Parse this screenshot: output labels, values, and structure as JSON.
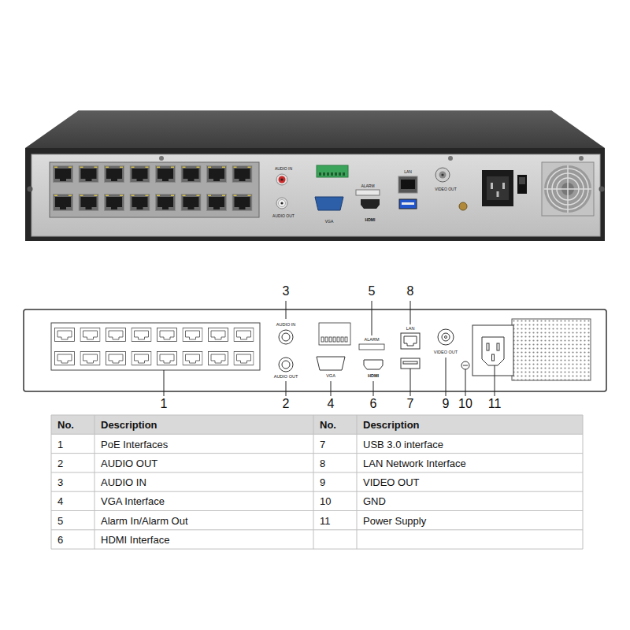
{
  "diagram": {
    "labels": [
      "AUDIO IN",
      "AUDIO OUT",
      "ALARM",
      "VGA",
      "HDMI",
      "LAN",
      "VIDEO OUT",
      "3",
      "5",
      "8",
      "AUDIO IN",
      "ALARM",
      "LAN",
      "VIDEO OUT",
      "AUDIO OUT",
      "VGA",
      "HDMI",
      "1",
      "2",
      "4",
      "6",
      "7",
      "9",
      "10",
      "11",
      "No.",
      "Description",
      "No.",
      "Description",
      "1",
      "PoE Interfaces",
      "7",
      "USB 3.0 interface",
      "2",
      "AUDIO OUT",
      "8",
      "LAN Network Interface",
      "3",
      "AUDIO IN",
      "9",
      "VIDEO OUT",
      "4",
      "VGA Interface",
      "10",
      "GND",
      "5",
      "Alarm In/Alarm Out",
      "11",
      "Power Supply",
      "6",
      "HDMI Interface"
    ]
  }
}
